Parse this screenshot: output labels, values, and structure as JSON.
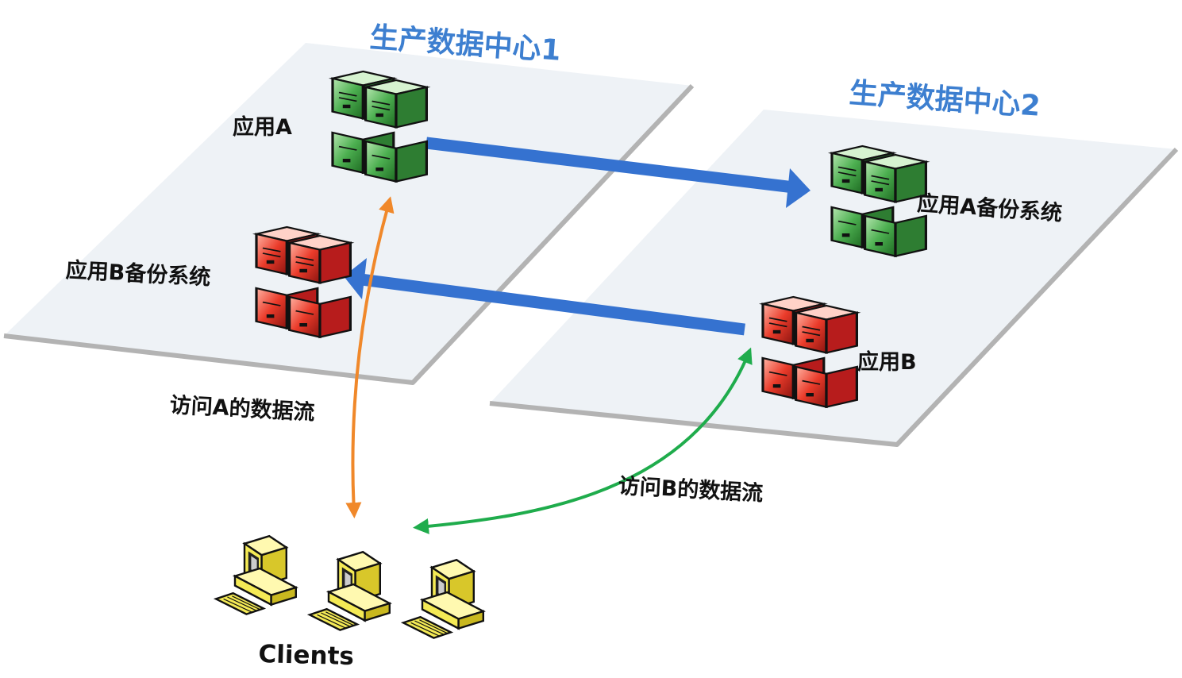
{
  "datacenters": [
    {
      "title": "生产数据中心1"
    },
    {
      "title": "生产数据中心2"
    }
  ],
  "nodes": {
    "app_a": {
      "label": "应用A",
      "color": "green"
    },
    "app_b_backup": {
      "label": "应用B备份系统",
      "color": "red"
    },
    "app_a_backup": {
      "label": "应用A备份系统",
      "color": "green"
    },
    "app_b": {
      "label": "应用B",
      "color": "red"
    }
  },
  "flows": {
    "access_a": {
      "label": "访问A的数据流",
      "color": "#f0882a"
    },
    "access_b": {
      "label": "访问B的数据流",
      "color": "#1fac4c"
    }
  },
  "replication_color": "#3572d0",
  "clients": {
    "label": "Clients",
    "count": 3
  }
}
